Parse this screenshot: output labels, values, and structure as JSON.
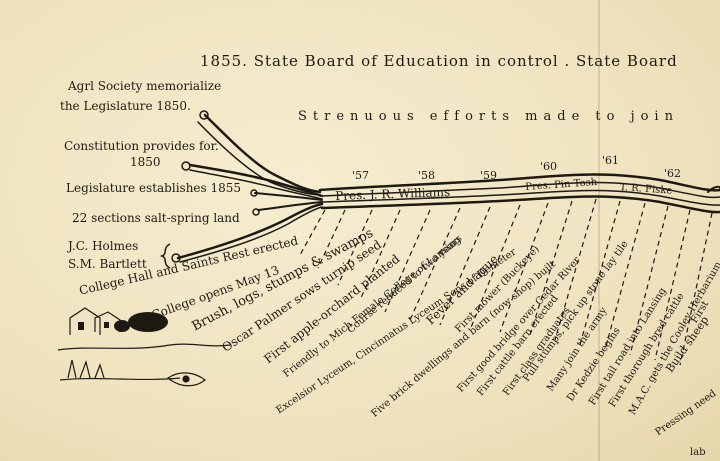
{
  "header": {
    "line1": "1855. State Board of Education in control . State Board",
    "line2": "Strenuous efforts made to join"
  },
  "roots": [
    {
      "text": "Agrl Society memorialize"
    },
    {
      "text": "the Legislature 1850."
    },
    {
      "text": "Constitution provides for."
    },
    {
      "text": "1850"
    },
    {
      "text": "Legislature establishes 1855"
    },
    {
      "text": "22 sections salt-spring land"
    },
    {
      "text": "J.C. Holmes"
    },
    {
      "text": "S.M. Bartlett"
    }
  ],
  "years": [
    "'57",
    "'58",
    "'59",
    "'60",
    "'61",
    "'62"
  ],
  "trunk_labels": [
    "Pres. J. R. Williams",
    "Pres. Pin Tosh",
    "T. R. Fiske"
  ],
  "branches": [
    "College Hall and Saints Rest erected",
    "College opens May 13",
    "Brush, logs, stumps & swamps",
    "Oscar Palmer sows turnip seed",
    "First apple-orchard planted",
    "Friendly to Mich Female College of Lansing",
    "Course reduced to two years",
    "Excelsior Lyceum, Cincinnatus Lyceum Sons of Demeter",
    "Fever and ague",
    "Five brick dwellings and barn (now shop) built",
    "First mower (Buckeye)",
    "First good bridge over Cedar River",
    "First cattle barn erected",
    "First class graduates",
    "Pull stumps, pick up stone lay tile",
    "Many join the army",
    "Dr Kedzie begins",
    "First tail road into Lansing",
    "First thorough bred cattle",
    "M.A.C. gets the Cooley Herbarium",
    "Build sheep",
    "First",
    "Pressing need",
    "lab"
  ]
}
